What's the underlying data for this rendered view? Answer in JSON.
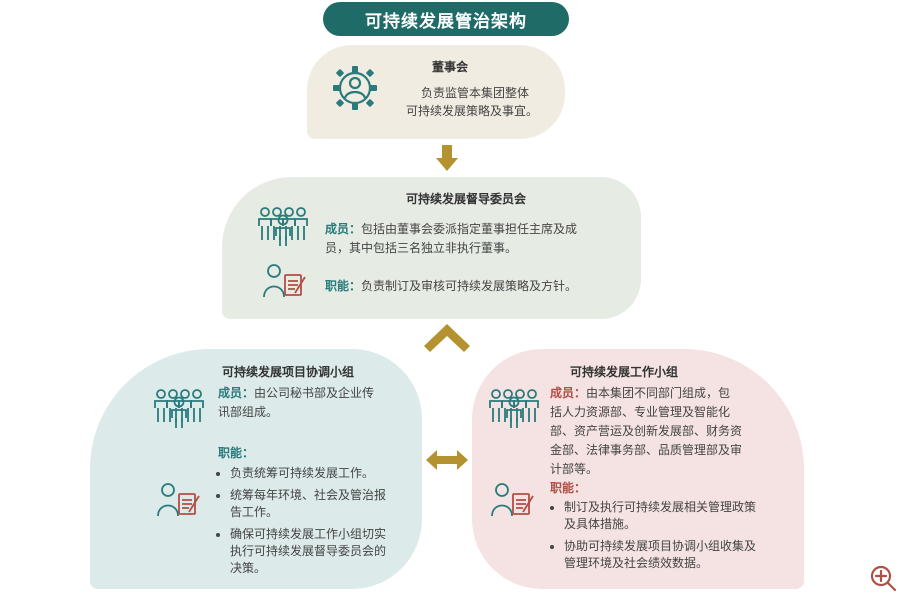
{
  "title": "可持续发展管治架构",
  "board": {
    "heading": "董事会",
    "desc_line1": "负责监管本集团整体",
    "desc_line2": "可持续发展策略及事宜。"
  },
  "committee": {
    "heading": "可持续发展督导委员会",
    "members_label": "成员：",
    "members_line1": "包括由董事会委派指定董事担任主席及成",
    "members_line2": "员，其中包括三名独立非执行董事。",
    "duties_label": "职能：",
    "duties_text": "负责制订及审核可持续发展策略及方针。"
  },
  "coord_group": {
    "heading": "可持续发展项目协调小组",
    "members_label": "成员：",
    "members_line1": "由公司秘书部及企业传",
    "members_line2": "讯部组成。",
    "duties_label": "职能：",
    "duties": [
      "负责统筹可持续发展工作。",
      "统筹每年环境、社会及管治报告工作。",
      "确保可持续发展工作小组切实执行可持续发展督导委员会的决策。"
    ]
  },
  "work_group": {
    "heading": "可持续发展工作小组",
    "members_label": "成员：",
    "members_text": "由本集团不同部门组成，包括人力资源部、专业管理及智能化部、资产营运及创新发展部、财务资金部、法律事务部、品质管理部及审计部等。",
    "duties_label": "职能：",
    "duties": [
      "制订及执行可持续发展相关管理政策及具体措施。",
      "协助可持续发展项目协调小组收集及管理环境及社会绩效数据。"
    ]
  },
  "colors": {
    "title_bg": "#1e6b67",
    "arrow": "#b3922f",
    "teal_label": "#2a7b7c",
    "red_label": "#b24e45",
    "icon_teal": "#2a7b7c",
    "icon_red": "#b24e45"
  },
  "icons": [
    "gear-person-icon",
    "team-icon",
    "person-document-icon",
    "zoom-in-icon"
  ]
}
